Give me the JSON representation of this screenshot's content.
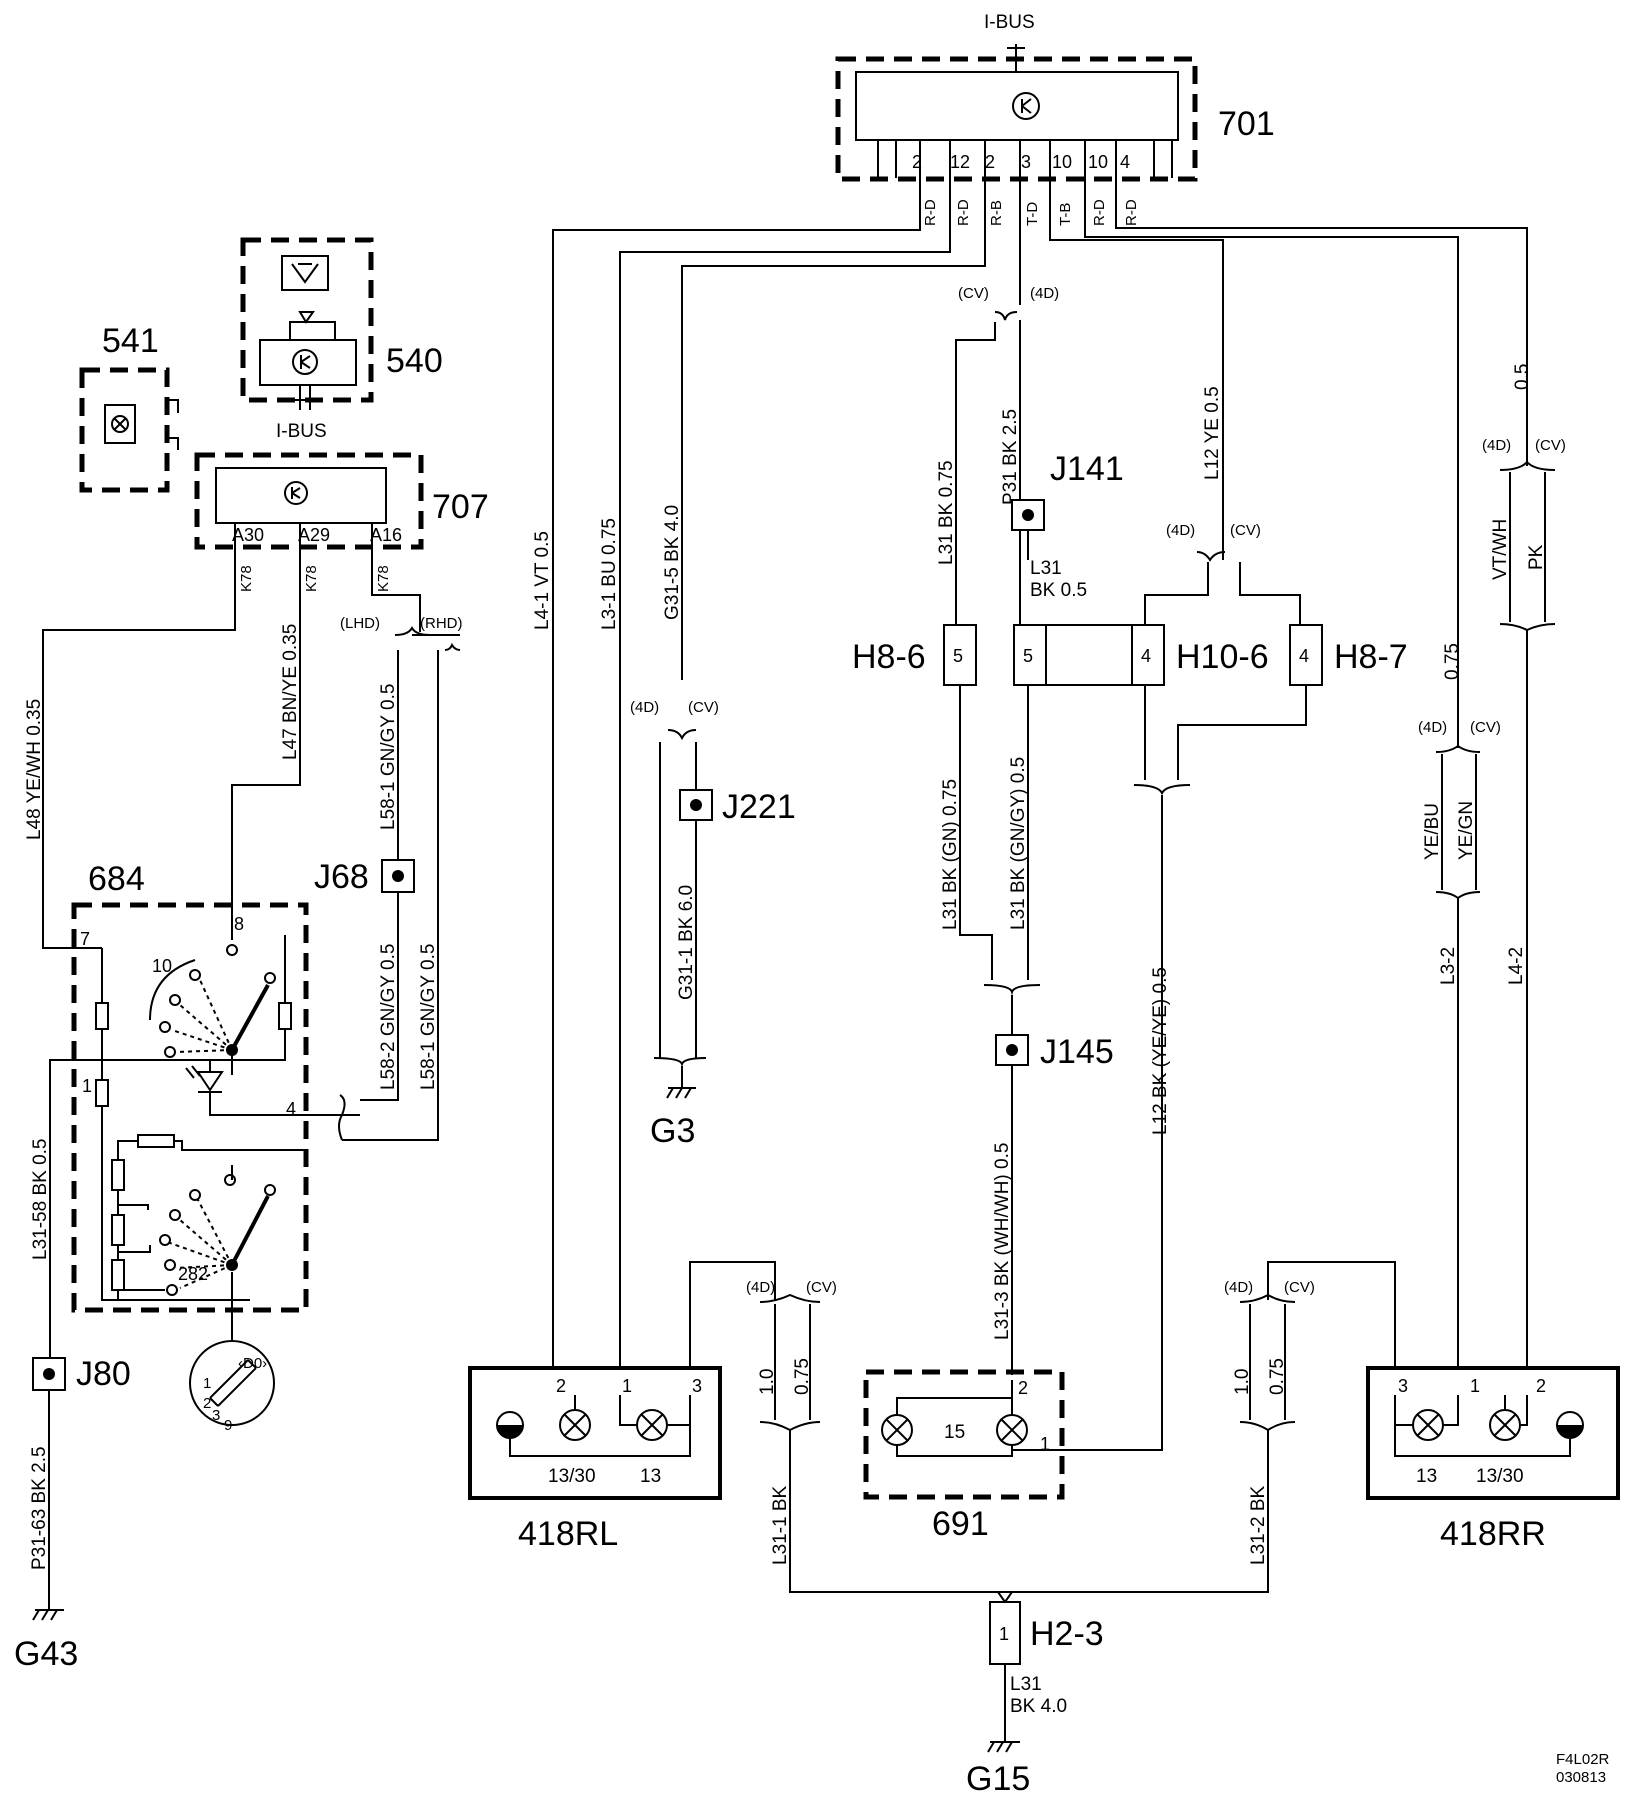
{
  "components": {
    "c701": "701",
    "c707": "707",
    "c540": "540",
    "c541": "541",
    "c684": "684",
    "c691": "691",
    "c418rl": "418RL",
    "c418rr": "418RR",
    "ibus_top": "I-BUS",
    "ibus_707": "I-BUS"
  },
  "junctions": {
    "j68": "J68",
    "j80": "J80",
    "j141": "J141",
    "j145": "J145",
    "j221": "J221"
  },
  "connectors": {
    "h8_6": "H8-6",
    "h8_7": "H8-7",
    "h10_6": "H10-6",
    "h2_3": "H2-3",
    "h8_6_pin": "5",
    "h10_6_pin_a": "5",
    "h10_6_pin_b": "4",
    "h8_7_pin": "4",
    "h2_3_pin": "1"
  },
  "grounds": {
    "g3": "G3",
    "g15": "G15",
    "g43": "G43"
  },
  "pins_701": [
    "2",
    "12",
    "2",
    "3",
    "10",
    "10",
    "4"
  ],
  "signals_701": [
    "R-D",
    "R-D",
    "R-B",
    "T-D",
    "T-B",
    "R-D",
    "R-D"
  ],
  "pins_707": [
    "A30",
    "A29",
    "A16"
  ],
  "k78": "K78",
  "variants": {
    "d4": "(4D)",
    "cv": "(CV)",
    "lhd": "(LHD)",
    "rhd": "(RHD)"
  },
  "wires": {
    "l4_1": "L4-1  VT  0.5",
    "l3_1": "L3-1  BU  0.75",
    "g31_5": "G31-5  BK  4.0",
    "g31_1": "G31-1  BK  6.0",
    "l31_bk": "L31  BK  0.75",
    "p31": "P31  BK  2.5",
    "l31_a": "L31",
    "l31_b": "BK  0.5",
    "l12_ye": "L12  YE  0.5",
    "w05": "0.5",
    "vt_wh": "VT/WH",
    "pk": "PK",
    "w075": "0.75",
    "ye_bu": "YE/BU",
    "ye_gn": "YE/GN",
    "l3_2": "L3-2",
    "l4_2": "L4-2",
    "l31_gn": "L31  BK (GN)  0.75",
    "l31_gngy": "L31  BK (GN/GY)  0.5",
    "l31_3": "L31-3  BK (WH/WH)  0.5",
    "l12_bk": "L12  BK (YE/YE)  0.5",
    "l48": "L48  YE/WH  0.35",
    "l47": "L47  BN/YE  0.35",
    "l58_1a": "L58-1  GN/GY  0.5",
    "l58_2": "L58-2  GN/GY  0.5",
    "l58_1b": "L58-1  GN/GY  0.5",
    "l31_58": "L31-58  BK  0.5",
    "p31_63": "P31-63  BK  2.5",
    "w10": "1.0",
    "w075b": "0.75",
    "l31_1": "L31-1  BK",
    "l31_2": "L31-2  BK",
    "l31_g15a": "L31",
    "l31_g15b": "BK  4.0"
  },
  "pins_684": [
    "7",
    "8",
    "10",
    "1",
    "4",
    "282"
  ],
  "pins_418rl": [
    "2",
    "1",
    "3"
  ],
  "sockets_418rl": [
    "13/30",
    "13"
  ],
  "pins_418rr": [
    "3",
    "1",
    "2"
  ],
  "sockets_418rr": [
    "13",
    "13/30"
  ],
  "pins_691": [
    "2",
    "1"
  ],
  "socket_691": "15",
  "footer": {
    "code1": "F4L02R",
    "code2": "030813"
  }
}
